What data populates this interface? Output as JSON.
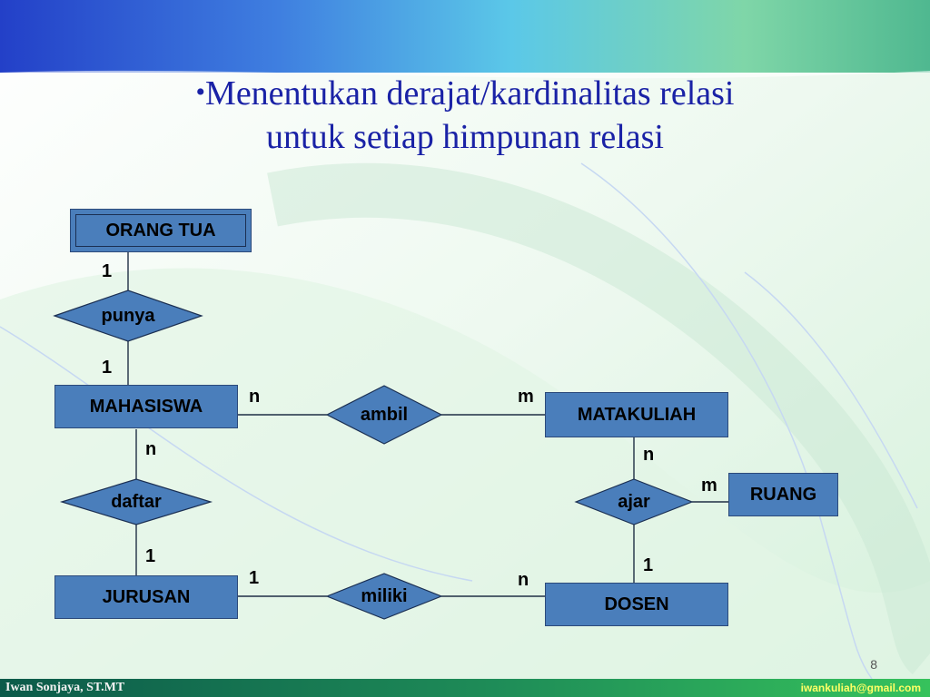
{
  "title": {
    "bullet": "•",
    "line1": "Menentukan derajat/kardinalitas relasi",
    "line2": "untuk setiap himpunan relasi"
  },
  "entities": {
    "orang_tua": "ORANG TUA",
    "mahasiswa": "MAHASISWA",
    "matakuliah": "MATAKULIAH",
    "ruang": "RUANG",
    "jurusan": "JURUSAN",
    "dosen": "DOSEN"
  },
  "relationships": {
    "punya": "punya",
    "ambil": "ambil",
    "daftar": "daftar",
    "ajar": "ajar",
    "miliki": "miliki"
  },
  "cardinalities": {
    "orang_tua_punya": "1",
    "mahasiswa_punya": "1",
    "mahasiswa_ambil": "n",
    "matakuliah_ambil": "m",
    "mahasiswa_daftar": "n",
    "jurusan_daftar": "1",
    "matakuliah_ajar": "n",
    "ruang_ajar": "m",
    "dosen_ajar": "1",
    "jurusan_miliki": "1",
    "dosen_miliki": "n"
  },
  "page_number": "8",
  "footer": {
    "author": "Iwan Sonjaya, ST.MT",
    "email": "iwankuliah@gmail.com"
  },
  "colors": {
    "entity_fill": "#4a7ebb",
    "relationship_fill": "#4a7ebb",
    "title_text": "#1a22a6",
    "top_banner": "#1f3fbf",
    "footer_bar": "#1f8e58"
  }
}
